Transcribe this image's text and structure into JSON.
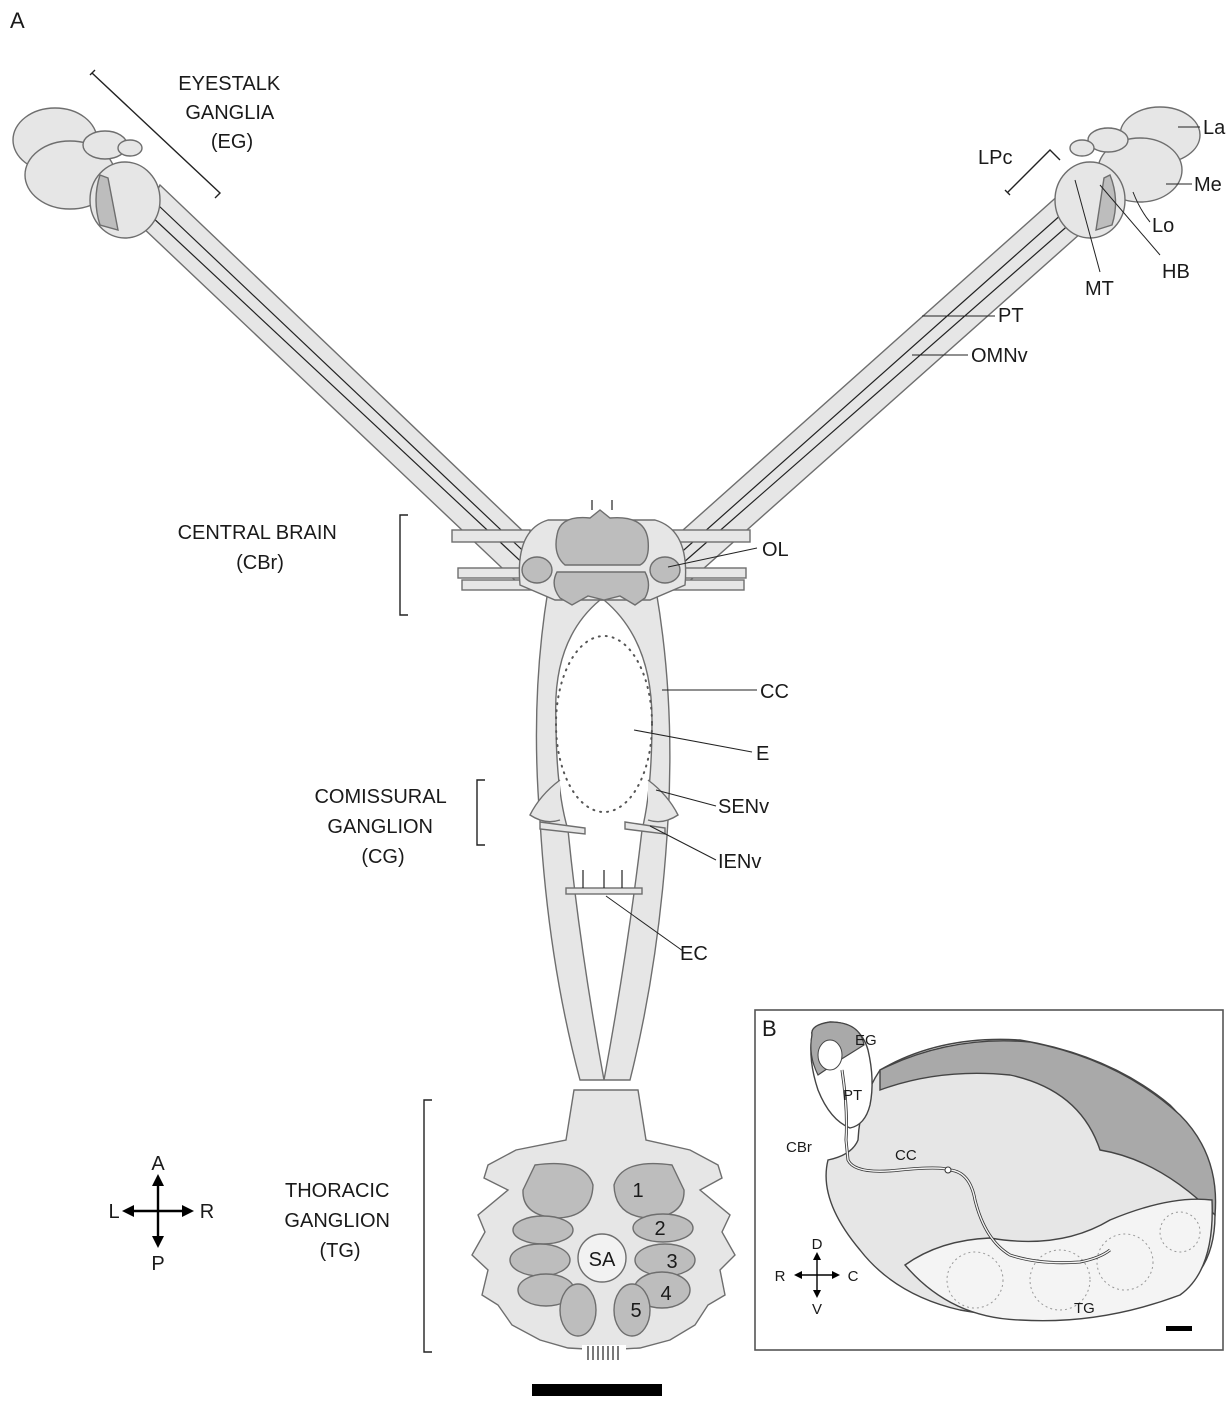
{
  "panels": {
    "a": "A",
    "b": "B"
  },
  "labels_a": {
    "eyestalk_ganglia": [
      "EYESTALK",
      "GANGLIA",
      "(EG)"
    ],
    "central_brain": [
      "CENTRAL BRAIN",
      "(CBr)"
    ],
    "comissural_ganglion": [
      "COMISSURAL",
      "GANGLION",
      "(CG)"
    ],
    "thoracic_ganglion": [
      "THORACIC",
      "GANGLION",
      "(TG)"
    ],
    "la": "La",
    "me": "Me",
    "lpc": "LPc",
    "lo": "Lo",
    "hb": "HB",
    "mt": "MT",
    "pt": "PT",
    "omnv": "OMNv",
    "ol": "OL",
    "cc": "CC",
    "e": "E",
    "senv": "SENv",
    "ienv": "IENv",
    "ec": "EC",
    "sa": "SA",
    "neuromeres": [
      "1",
      "2",
      "3",
      "4",
      "5"
    ]
  },
  "compass_a": {
    "anterior": "A",
    "posterior": "P",
    "left": "L",
    "right": "R"
  },
  "labels_b": {
    "eg": "EG",
    "pt": "PT",
    "cbr": "CBr",
    "cc": "CC",
    "tg": "TG"
  },
  "compass_b": {
    "dorsal": "D",
    "ventral": "V",
    "rostral": "R",
    "caudal": "C"
  },
  "colors": {
    "tissue": "#e6e6e6",
    "neuropil": "#bdbdbd",
    "dark_neuropil": "#a9a9a9",
    "outline": "#6e6e6e",
    "text": "#1a1a1a"
  }
}
